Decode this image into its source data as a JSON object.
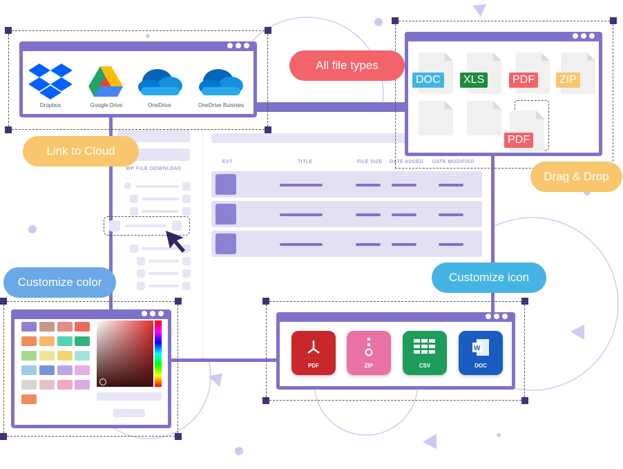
{
  "bubbles": {
    "all_file_types": "All file types",
    "link_to_cloud": "Link to Cloud",
    "drag_drop": "Drag & Drop",
    "customize_color": "Customize color",
    "customize_icon": "Customize icon"
  },
  "cloud": {
    "items": [
      {
        "label": "Dropbox",
        "icon": "dropbox-icon"
      },
      {
        "label": "Google Drive",
        "icon": "google-drive-icon"
      },
      {
        "label": "OneDrive",
        "icon": "onedrive-icon"
      },
      {
        "label": "OneDrive Buisnies",
        "icon": "onedrive-business-icon"
      }
    ]
  },
  "file_types": {
    "doc": "DOC",
    "xls": "XLS",
    "pdf": "PDF",
    "zip": "ZIP",
    "dragged": "PDF"
  },
  "main": {
    "sidebar_title": "WP FILE DOWNLOAD",
    "columns": [
      "EXT",
      "TITLE",
      "FILE SIZE",
      "DATE ADDED",
      "DATE MODIFIED"
    ]
  },
  "icons_panel": {
    "items": [
      {
        "label": "PDF",
        "color": "#c8282b"
      },
      {
        "label": "ZIP",
        "color": "#e873a3"
      },
      {
        "label": "CSV",
        "color": "#1e9d5a"
      },
      {
        "label": "DOC",
        "color": "#1a5cbf"
      }
    ]
  },
  "colors": {
    "accent": "#7d72c9",
    "bubble_red": "#f2636a",
    "bubble_yellow": "#f8c66c",
    "bubble_blue": "#6aa8e8",
    "bubble_cyan": "#44b4e4"
  }
}
